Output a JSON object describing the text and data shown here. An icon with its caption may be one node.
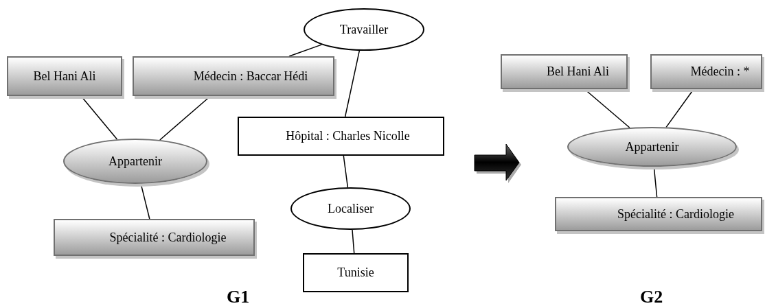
{
  "diagram": {
    "nodes": [
      {
        "text": [
          "Bel Hani Ali"
        ]
      },
      {
        "text": [
          "Médecin : Baccar Hédi"
        ]
      },
      {
        "text": [
          "Travailler"
        ]
      },
      {
        "text": [
          "Appartenir"
        ]
      },
      {
        "text": [
          "Hôpital : Charles Nicolle"
        ]
      },
      {
        "text": [
          "Spécialité : Cardiologie"
        ]
      },
      {
        "text": [
          "Localiser"
        ]
      },
      {
        "text": [
          "Tunisie"
        ]
      },
      {
        "text": [
          "Bel Hani Ali"
        ]
      },
      {
        "text": [
          "Médecin : *"
        ]
      },
      {
        "text": [
          "Appartenir"
        ]
      },
      {
        "text": [
          "Spécialité : Cardiologie"
        ]
      }
    ],
    "edges": [
      {
        "from": 0,
        "to": 3,
        "arrow": "none"
      },
      {
        "from": 1,
        "to": 3,
        "arrow": "none"
      },
      {
        "from": 1,
        "to": 2,
        "arrow": "none"
      },
      {
        "from": 2,
        "to": 4,
        "arrow": "none"
      },
      {
        "from": 3,
        "to": 5,
        "arrow": "none"
      },
      {
        "from": 4,
        "to": 6,
        "arrow": "none"
      },
      {
        "from": 6,
        "to": 7,
        "arrow": "none"
      },
      {
        "from": 8,
        "to": 10,
        "arrow": "none"
      },
      {
        "from": 9,
        "to": 10,
        "arrow": "none"
      },
      {
        "from": 10,
        "to": 11,
        "arrow": "none"
      }
    ],
    "labels": [
      "G1",
      "G2"
    ]
  }
}
